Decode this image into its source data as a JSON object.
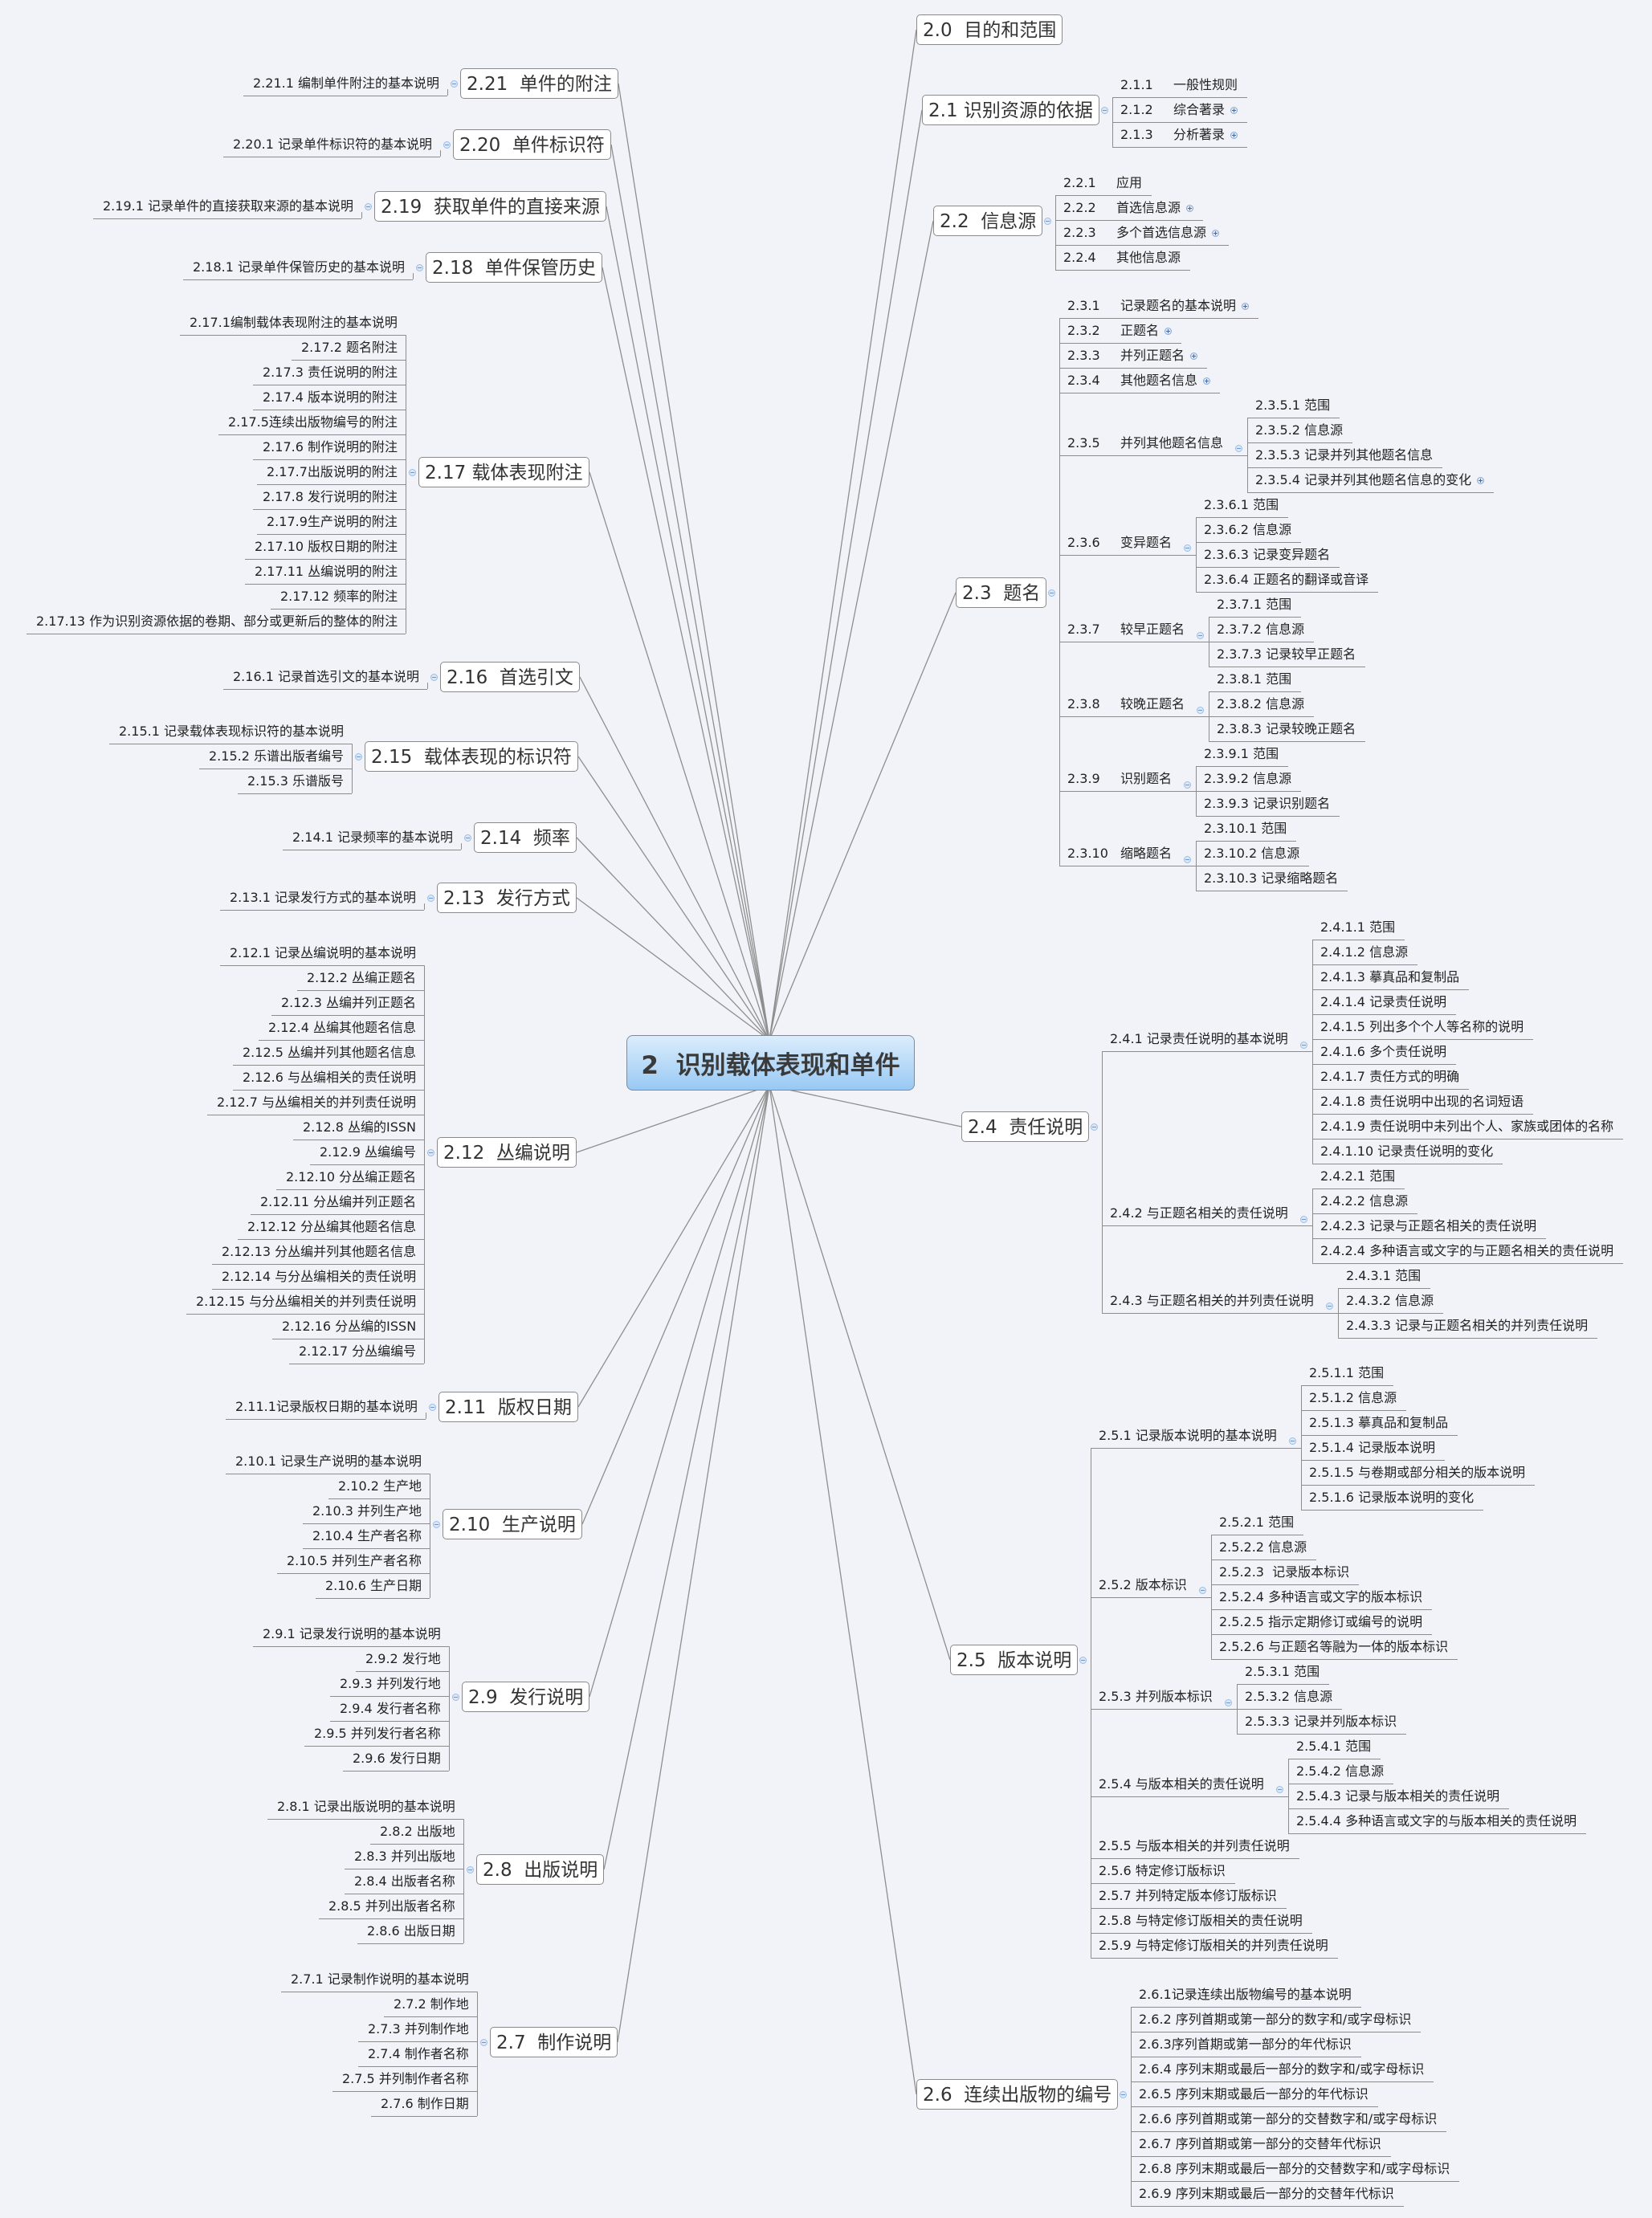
{
  "root": {
    "label": "2  识别载体表现和单件"
  },
  "branches": [
    {
      "label": "2.0  目的和范围",
      "children": []
    },
    {
      "label": "2.1 识别资源的依据",
      "children": [
        {
          "num": "2.1.1",
          "label": "一般性规则"
        },
        {
          "num": "2.1.2",
          "label": "综合著录",
          "collapsed": true
        },
        {
          "num": "2.1.3",
          "label": "分析著录",
          "collapsed": true
        }
      ]
    },
    {
      "label": "2.2  信息源",
      "children": [
        {
          "num": "2.2.1",
          "label": "应用"
        },
        {
          "num": "2.2.2",
          "label": "首选信息源",
          "collapsed": true
        },
        {
          "num": "2.2.3",
          "label": "多个首选信息源",
          "collapsed": true
        },
        {
          "num": "2.2.4",
          "label": "其他信息源"
        }
      ]
    },
    {
      "label": "2.3  题名",
      "children": [
        {
          "num": "2.3.1",
          "label": "记录题名的基本说明",
          "collapsed": true
        },
        {
          "num": "2.3.2",
          "label": "正题名",
          "collapsed": true
        },
        {
          "num": "2.3.3",
          "label": "并列正题名",
          "collapsed": true
        },
        {
          "num": "2.3.4",
          "label": "其他题名信息",
          "collapsed": true
        },
        {
          "num": "2.3.5",
          "label": "并列其他题名信息",
          "children": [
            {
              "label": "2.3.5.1 范围"
            },
            {
              "label": "2.3.5.2 信息源"
            },
            {
              "label": "2.3.5.3 记录并列其他题名信息"
            },
            {
              "label": "2.3.5.4 记录并列其他题名信息的变化",
              "collapsed": true
            }
          ]
        },
        {
          "num": "2.3.6",
          "label": "变异题名",
          "children": [
            {
              "label": "2.3.6.1 范围"
            },
            {
              "label": "2.3.6.2 信息源"
            },
            {
              "label": "2.3.6.3 记录变异题名"
            },
            {
              "label": "2.3.6.4 正题名的翻译或音译"
            }
          ]
        },
        {
          "num": "2.3.7",
          "label": "较早正题名",
          "children": [
            {
              "label": "2.3.7.1 范围"
            },
            {
              "label": "2.3.7.2 信息源"
            },
            {
              "label": "2.3.7.3 记录较早正题名"
            }
          ]
        },
        {
          "num": "2.3.8",
          "label": "较晚正题名",
          "children": [
            {
              "label": "2.3.8.1 范围"
            },
            {
              "label": "2.3.8.2 信息源"
            },
            {
              "label": "2.3.8.3 记录较晚正题名"
            }
          ]
        },
        {
          "num": "2.3.9",
          "label": "识别题名",
          "children": [
            {
              "label": "2.3.9.1 范围"
            },
            {
              "label": "2.3.9.2 信息源"
            },
            {
              "label": "2.3.9.3 记录识别题名"
            }
          ]
        },
        {
          "num": "2.3.10",
          "label": "缩略题名",
          "children": [
            {
              "label": "2.3.10.1 范围"
            },
            {
              "label": "2.3.10.2 信息源"
            },
            {
              "label": "2.3.10.3 记录缩略题名"
            }
          ]
        }
      ]
    },
    {
      "label": "2.4  责任说明",
      "children": [
        {
          "label": "2.4.1 记录责任说明的基本说明",
          "children": [
            {
              "label": "2.4.1.1 范围"
            },
            {
              "label": "2.4.1.2 信息源"
            },
            {
              "label": "2.4.1.3 摹真品和复制品"
            },
            {
              "label": "2.4.1.4 记录责任说明"
            },
            {
              "label": "2.4.1.5 列出多个个人等名称的说明"
            },
            {
              "label": "2.4.1.6 多个责任说明"
            },
            {
              "label": "2.4.1.7 责任方式的明确"
            },
            {
              "label": "2.4.1.8 责任说明中出现的名词短语"
            },
            {
              "label": "2.4.1.9 责任说明中未列出个人、家族或团体的名称"
            },
            {
              "label": "2.4.1.10 记录责任说明的变化"
            }
          ]
        },
        {
          "label": "2.4.2 与正题名相关的责任说明",
          "children": [
            {
              "label": "2.4.2.1 范围"
            },
            {
              "label": "2.4.2.2 信息源"
            },
            {
              "label": "2.4.2.3 记录与正题名相关的责任说明"
            },
            {
              "label": "2.4.2.4 多种语言或文字的与正题名相关的责任说明"
            }
          ]
        },
        {
          "label": "2.4.3 与正题名相关的并列责任说明",
          "children": [
            {
              "label": "2.4.3.1 范围"
            },
            {
              "label": "2.4.3.2 信息源"
            },
            {
              "label": "2.4.3.3 记录与正题名相关的并列责任说明"
            }
          ]
        }
      ]
    },
    {
      "label": "2.5  版本说明",
      "children": [
        {
          "label": "2.5.1 记录版本说明的基本说明",
          "children": [
            {
              "label": "2.5.1.1 范围"
            },
            {
              "label": "2.5.1.2 信息源"
            },
            {
              "label": "2.5.1.3 摹真品和复制品"
            },
            {
              "label": "2.5.1.4 记录版本说明"
            },
            {
              "label": "2.5.1.5 与卷期或部分相关的版本说明"
            },
            {
              "label": "2.5.1.6 记录版本说明的变化"
            }
          ]
        },
        {
          "label": "2.5.2 版本标识",
          "children": [
            {
              "label": "2.5.2.1 范围"
            },
            {
              "label": "2.5.2.2 信息源"
            },
            {
              "label": "2.5.2.3  记录版本标识"
            },
            {
              "label": "2.5.2.4 多种语言或文字的版本标识"
            },
            {
              "label": "2.5.2.5 指示定期修订或编号的说明"
            },
            {
              "label": "2.5.2.6 与正题名等融为一体的版本标识"
            }
          ]
        },
        {
          "label": "2.5.3 并列版本标识",
          "children": [
            {
              "label": "2.5.3.1 范围"
            },
            {
              "label": "2.5.3.2 信息源"
            },
            {
              "label": "2.5.3.3 记录并列版本标识"
            }
          ]
        },
        {
          "label": "2.5.4 与版本相关的责任说明",
          "children": [
            {
              "label": "2.5.4.1 范围"
            },
            {
              "label": "2.5.4.2 信息源"
            },
            {
              "label": "2.5.4.3 记录与版本相关的责任说明"
            },
            {
              "label": "2.5.4.4 多种语言或文字的与版本相关的责任说明"
            }
          ]
        },
        {
          "label": "2.5.5 与版本相关的并列责任说明"
        },
        {
          "label": "2.5.6 特定修订版标识"
        },
        {
          "label": "2.5.7 并列特定版本修订版标识"
        },
        {
          "label": "2.5.8 与特定修订版相关的责任说明"
        },
        {
          "label": "2.5.9 与特定修订版相关的并列责任说明"
        }
      ]
    },
    {
      "label": "2.6  连续出版物的编号",
      "children": [
        {
          "label": "2.6.1记录连续出版物编号的基本说明"
        },
        {
          "label": "2.6.2 序列首期或第一部分的数字和/或字母标识"
        },
        {
          "label": "2.6.3序列首期或第一部分的年代标识"
        },
        {
          "label": "2.6.4 序列末期或最后一部分的数字和/或字母标识"
        },
        {
          "label": "2.6.5 序列末期或最后一部分的年代标识"
        },
        {
          "label": "2.6.6 序列首期或第一部分的交替数字和/或字母标识"
        },
        {
          "label": "2.6.7 序列首期或第一部分的交替年代标识"
        },
        {
          "label": "2.6.8 序列末期或最后一部分的交替数字和/或字母标识"
        },
        {
          "label": "2.6.9 序列末期或最后一部分的交替年代标识"
        }
      ]
    },
    {
      "label": "2.7  制作说明",
      "children": [
        {
          "label": "2.7.1 记录制作说明的基本说明"
        },
        {
          "label": "2.7.2 制作地"
        },
        {
          "label": "2.7.3 并列制作地"
        },
        {
          "label": "2.7.4 制作者名称"
        },
        {
          "label": "2.7.5 并列制作者名称"
        },
        {
          "label": "2.7.6 制作日期"
        }
      ]
    },
    {
      "label": "2.8  出版说明",
      "children": [
        {
          "label": "2.8.1 记录出版说明的基本说明"
        },
        {
          "label": "2.8.2 出版地"
        },
        {
          "label": "2.8.3 并列出版地"
        },
        {
          "label": "2.8.4 出版者名称"
        },
        {
          "label": "2.8.5 并列出版者名称"
        },
        {
          "label": "2.8.6 出版日期"
        }
      ]
    },
    {
      "label": "2.9  发行说明",
      "children": [
        {
          "label": "2.9.1 记录发行说明的基本说明"
        },
        {
          "label": "2.9.2 发行地"
        },
        {
          "label": "2.9.3 并列发行地"
        },
        {
          "label": "2.9.4 发行者名称"
        },
        {
          "label": "2.9.5 并列发行者名称"
        },
        {
          "label": "2.9.6 发行日期"
        }
      ]
    },
    {
      "label": "2.10  生产说明",
      "children": [
        {
          "label": "2.10.1 记录生产说明的基本说明"
        },
        {
          "label": "2.10.2 生产地"
        },
        {
          "label": "2.10.3 并列生产地"
        },
        {
          "label": "2.10.4 生产者名称"
        },
        {
          "label": "2.10.5 并列生产者名称"
        },
        {
          "label": "2.10.6 生产日期"
        }
      ]
    },
    {
      "label": "2.11  版权日期",
      "children": [
        {
          "label": "2.11.1记录版权日期的基本说明"
        }
      ]
    },
    {
      "label": "2.12  丛编说明",
      "children": [
        {
          "label": "2.12.1 记录丛编说明的基本说明"
        },
        {
          "label": "2.12.2 丛编正题名"
        },
        {
          "label": "2.12.3 丛编并列正题名"
        },
        {
          "label": "2.12.4 丛编其他题名信息"
        },
        {
          "label": "2.12.5 丛编并列其他题名信息"
        },
        {
          "label": "2.12.6 与丛编相关的责任说明"
        },
        {
          "label": "2.12.7 与丛编相关的并列责任说明"
        },
        {
          "label": "2.12.8 丛编的ISSN"
        },
        {
          "label": "2.12.9 丛编编号"
        },
        {
          "label": "2.12.10 分丛编正题名"
        },
        {
          "label": "2.12.11 分丛编并列正题名"
        },
        {
          "label": "2.12.12 分丛编其他题名信息"
        },
        {
          "label": "2.12.13 分丛编并列其他题名信息"
        },
        {
          "label": "2.12.14 与分丛编相关的责任说明"
        },
        {
          "label": "2.12.15 与分丛编相关的并列责任说明"
        },
        {
          "label": "2.12.16 分丛编的ISSN"
        },
        {
          "label": "2.12.17 分丛编编号"
        }
      ]
    },
    {
      "label": "2.13  发行方式",
      "children": [
        {
          "label": "2.13.1 记录发行方式的基本说明"
        }
      ]
    },
    {
      "label": "2.14  频率",
      "children": [
        {
          "label": "2.14.1 记录频率的基本说明"
        }
      ]
    },
    {
      "label": "2.15  载体表现的标识符",
      "children": [
        {
          "label": "2.15.1 记录载体表现标识符的基本说明"
        },
        {
          "label": "2.15.2 乐谱出版者编号"
        },
        {
          "label": "2.15.3 乐谱版号"
        }
      ]
    },
    {
      "label": "2.16  首选引文",
      "children": [
        {
          "label": "2.16.1 记录首选引文的基本说明"
        }
      ]
    },
    {
      "label": "2.17 载体表现附注",
      "children": [
        {
          "label": "2.17.1编制载体表现附注的基本说明"
        },
        {
          "label": "2.17.2 题名附注"
        },
        {
          "label": "2.17.3 责任说明的附注"
        },
        {
          "label": "2.17.4 版本说明的附注"
        },
        {
          "label": "2.17.5连续出版物编号的附注"
        },
        {
          "label": "2.17.6 制作说明的附注"
        },
        {
          "label": "2.17.7出版说明的附注"
        },
        {
          "label": "2.17.8 发行说明的附注"
        },
        {
          "label": "2.17.9生产说明的附注"
        },
        {
          "label": "2.17.10 版权日期的附注"
        },
        {
          "label": "2.17.11 丛编说明的附注"
        },
        {
          "label": "2.17.12 频率的附注"
        },
        {
          "label": "2.17.13 作为识别资源依据的卷期、部分或更新后的整体的附注"
        }
      ]
    },
    {
      "label": "2.18  单件保管历史",
      "children": [
        {
          "label": "2.18.1 记录单件保管历史的基本说明"
        }
      ]
    },
    {
      "label": "2.19  获取单件的直接来源",
      "children": [
        {
          "label": "2.19.1 记录单件的直接获取来源的基本说明"
        }
      ]
    },
    {
      "label": "2.20  单件标识符",
      "children": [
        {
          "label": "2.20.1 记录单件标识符的基本说明"
        }
      ]
    },
    {
      "label": "2.21  单件的附注",
      "children": [
        {
          "label": "2.21.1 编制单件附注的基本说明"
        }
      ]
    }
  ]
}
